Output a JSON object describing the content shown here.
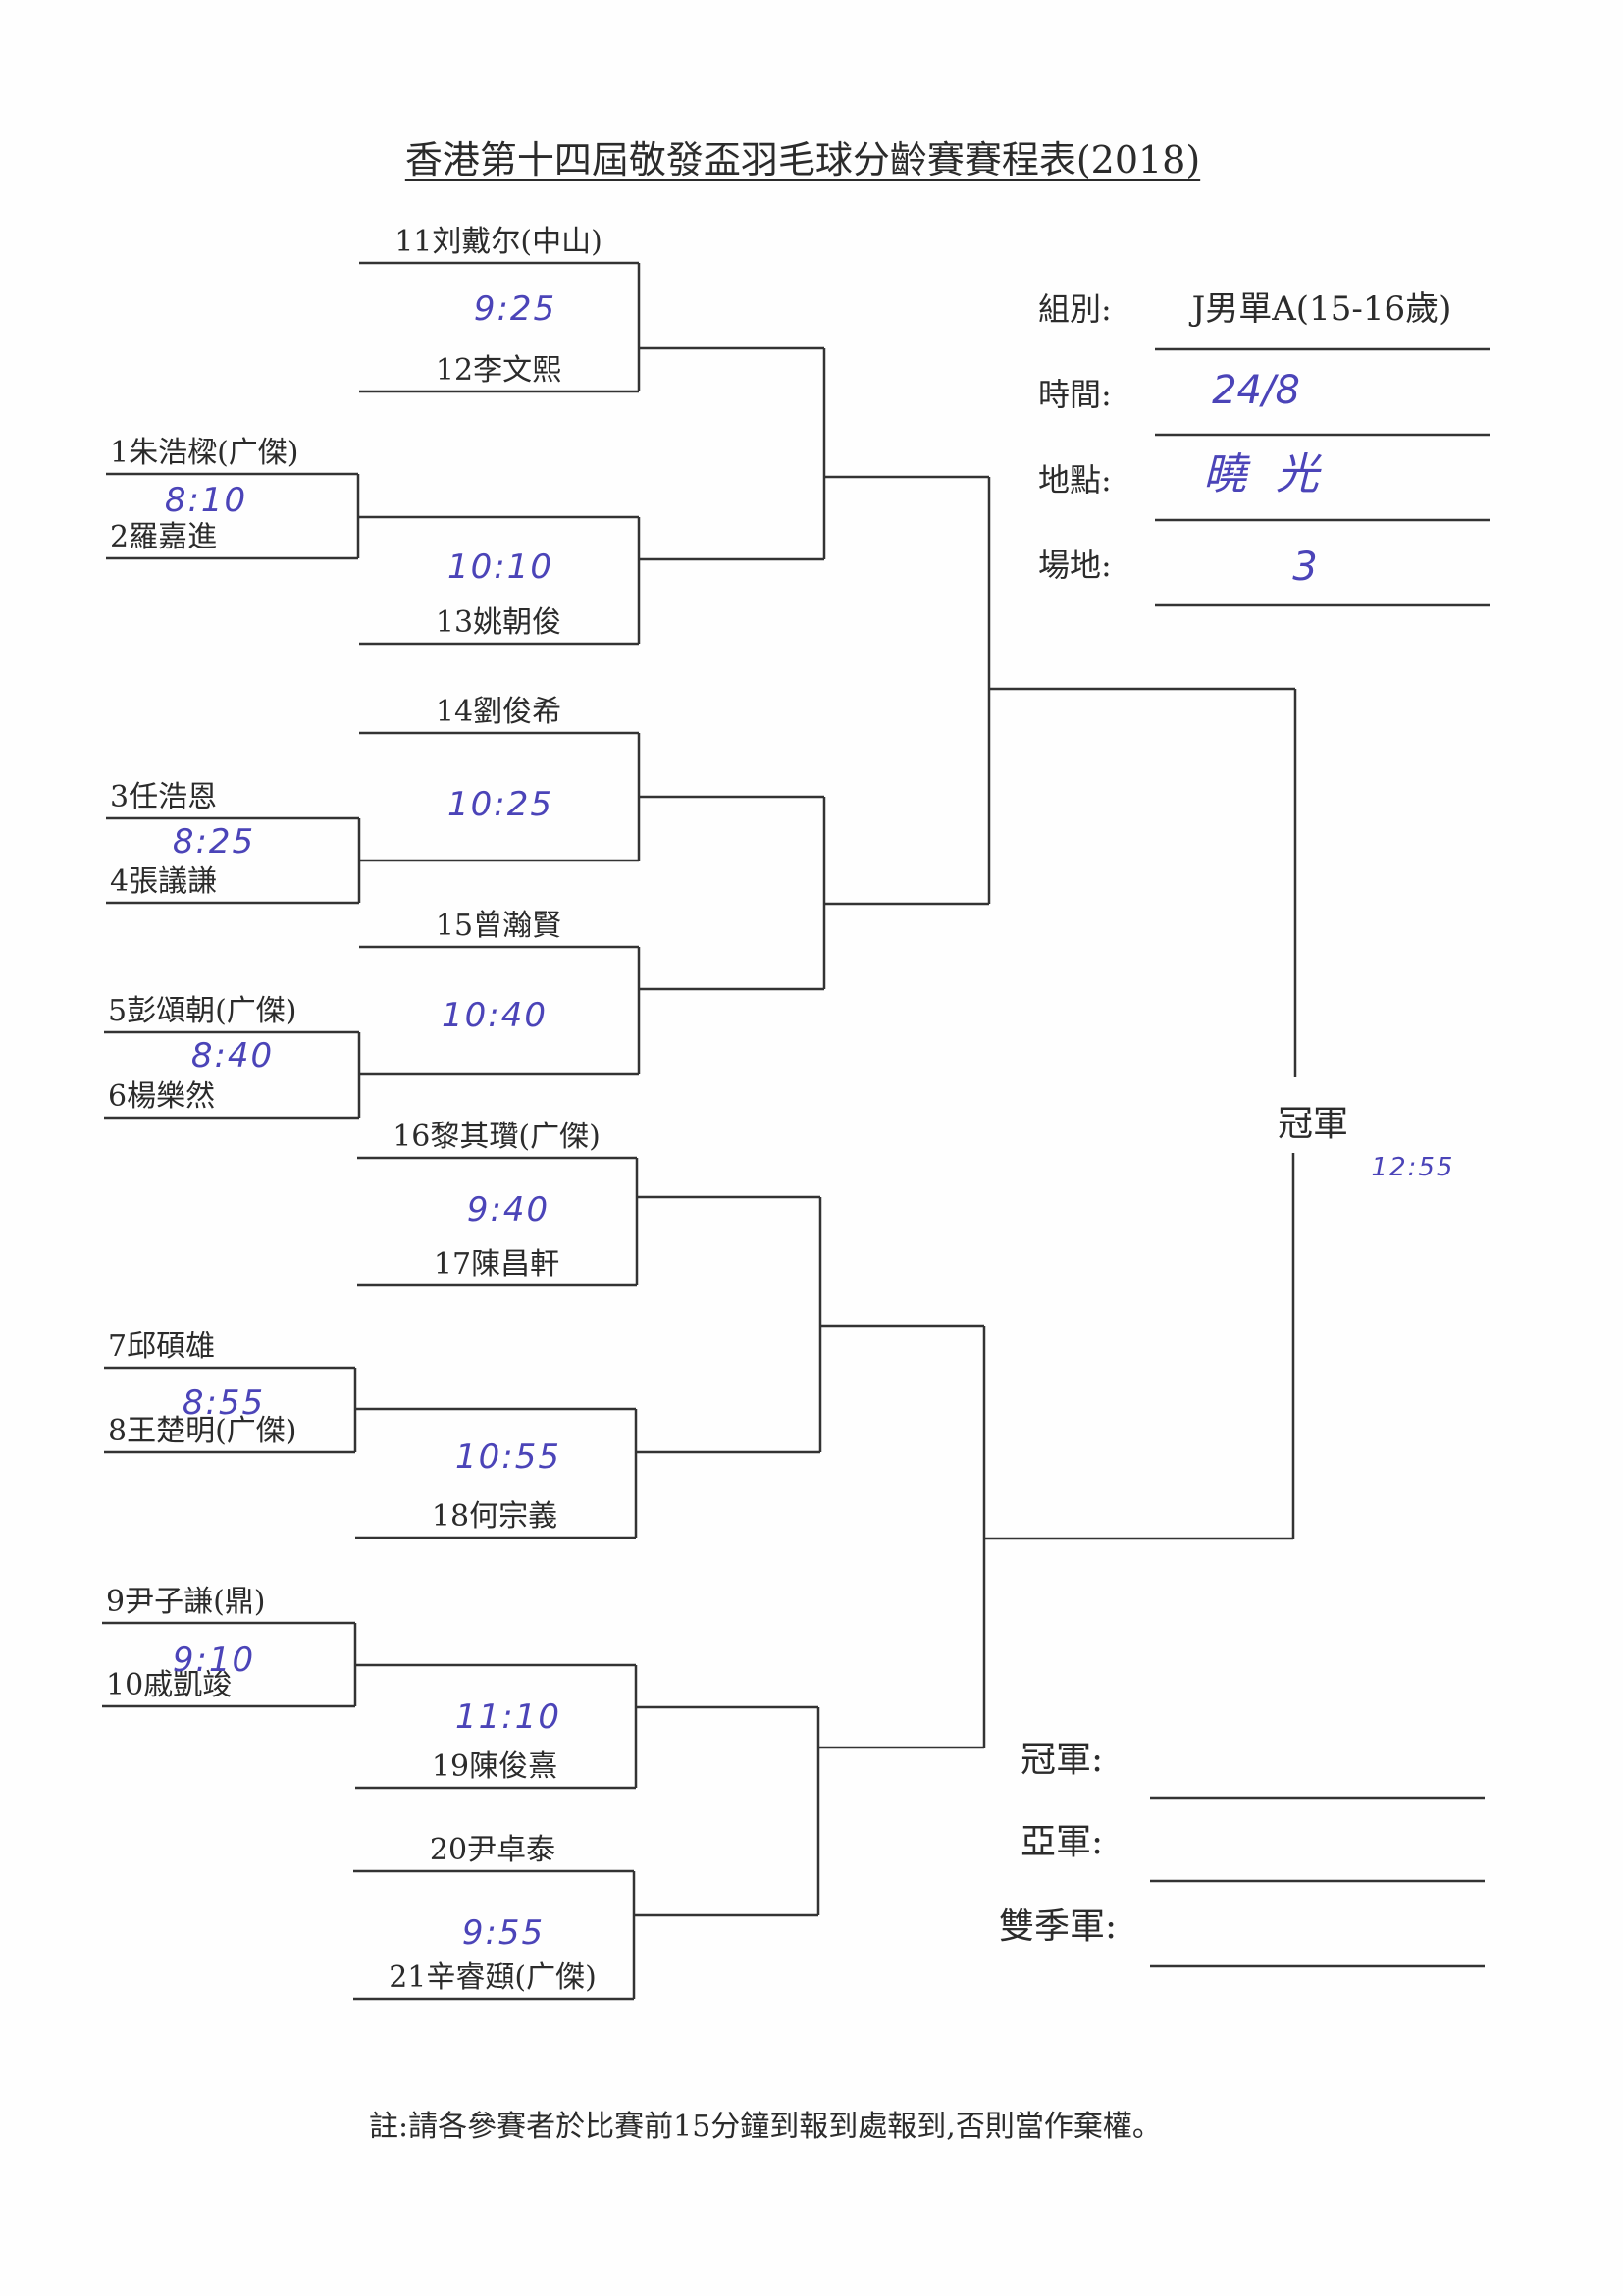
{
  "title": "香港第十四屆敬發盃羽毛球分齡賽賽程表(2018)",
  "info": {
    "group_label": "組別:",
    "group_value": "J男單A(15-16歲)",
    "date_label": "時間:",
    "date_value": "24/8",
    "venue_label": "地點:",
    "venue_value": "曉光",
    "court_label": "場地:",
    "court_value": "3"
  },
  "players": {
    "p1": "1朱浩樑(广傑)",
    "p2": "2羅嘉進",
    "p3": "3任浩恩",
    "p4": "4張議謙",
    "p5": "5彭頌朝(广傑)",
    "p6": "6楊樂然",
    "p7": "7邱碩雄",
    "p8": "8王楚明(广傑)",
    "p9": "9尹子謙(鼎)",
    "p10": "10戚凱竣",
    "p11": "11刘戴尔(中山)",
    "p12": "12李文熙",
    "p13": "13姚朝俊",
    "p14": "14劉俊希",
    "p15": "15曾瀚賢",
    "p16": "16黎其瓚(广傑)",
    "p17": "17陳昌軒",
    "p18": "18何宗義",
    "p19": "19陳俊熹",
    "p20": "20尹卓泰",
    "p21": "21辛睿頲(广傑)"
  },
  "times": {
    "m11_12": "9:25",
    "m1_2": "8:10",
    "m13": "10:10",
    "m14": "10:25",
    "m3_4": "8:25",
    "m15": "10:40",
    "m5_6": "8:40",
    "m16_17": "9:40",
    "m7_8": "8:55",
    "m18": "10:55",
    "m9_10": "9:10",
    "m19": "11:10",
    "m20_21": "9:55",
    "final": "12:55"
  },
  "champion_label": "冠軍",
  "results": {
    "champion_label": "冠軍:",
    "runner_up_label": "亞軍:",
    "third_label": "雙季軍:"
  },
  "footer_note": "註:請各參賽者於比賽前15分鐘到報到處報到,否則當作棄權。"
}
